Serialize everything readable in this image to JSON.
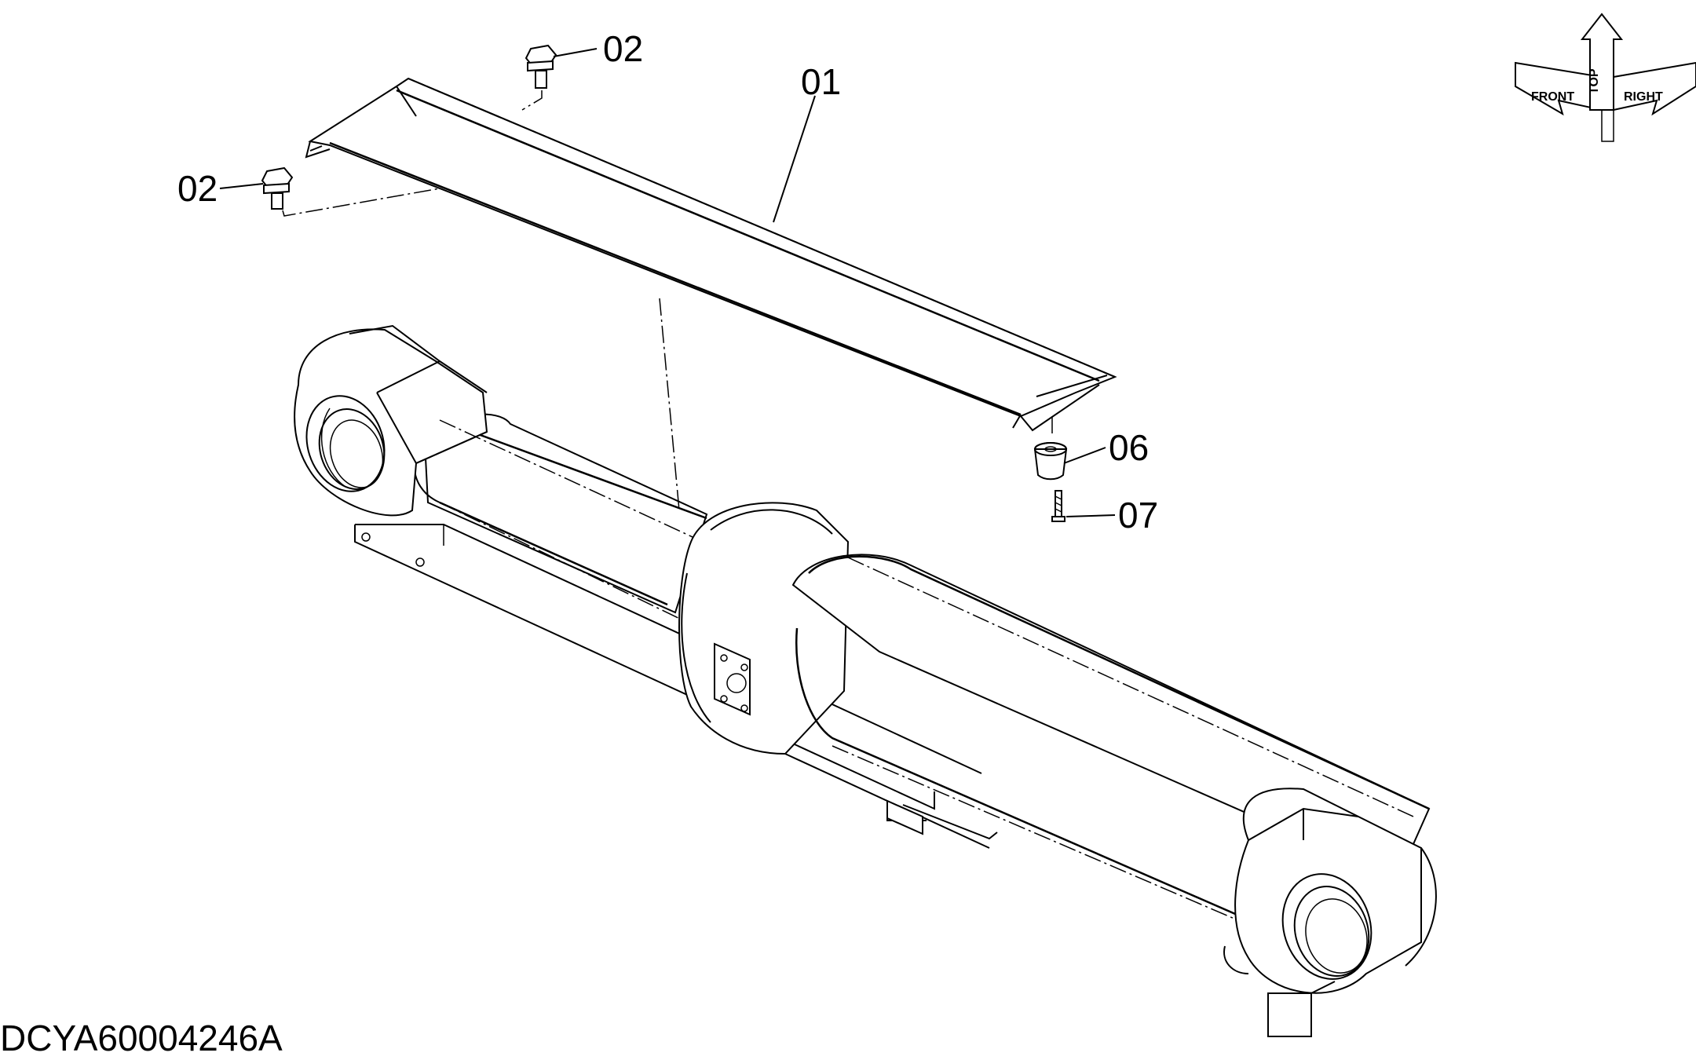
{
  "diagram": {
    "drawing_id": "DCYA60004246A",
    "callouts": {
      "cover": "01",
      "bolt_top": "02",
      "bolt_left": "02",
      "stopper": "06",
      "screw": "07"
    },
    "orientation": {
      "front": "FRONT",
      "top": "TOP",
      "right": "RIGHT"
    }
  }
}
